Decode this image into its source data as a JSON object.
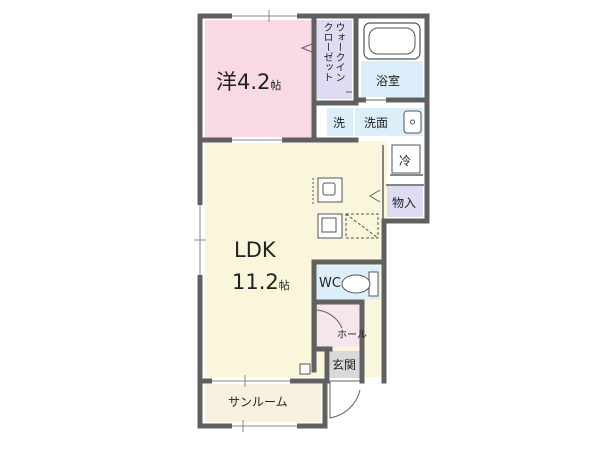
{
  "rooms": {
    "western": {
      "name": "洋",
      "size": "4.2",
      "unit": "帖"
    },
    "ldk": {
      "name": "LDK",
      "size": "11.2",
      "unit": "帖"
    },
    "closet_lines": [
      "ウォークイン",
      "クローゼット"
    ],
    "bath": "浴室",
    "washer": "洗",
    "washroom": "洗面",
    "fridge": "冷",
    "storage": "物入",
    "toilet": "WC",
    "hall": "ホール",
    "entrance": "玄関",
    "sunroom": "サンルーム"
  },
  "colors": {
    "wall": "#606060",
    "western_floor": "#f9d9e4",
    "ldk_floor": "#faf6dc",
    "wet_floor": "#dceef9",
    "closet_floor": "#dedcf3",
    "hall_floor": "#f4e6ea",
    "entrance_floor": "#d9d9d9",
    "sunroom_floor": "#f6f2df"
  }
}
